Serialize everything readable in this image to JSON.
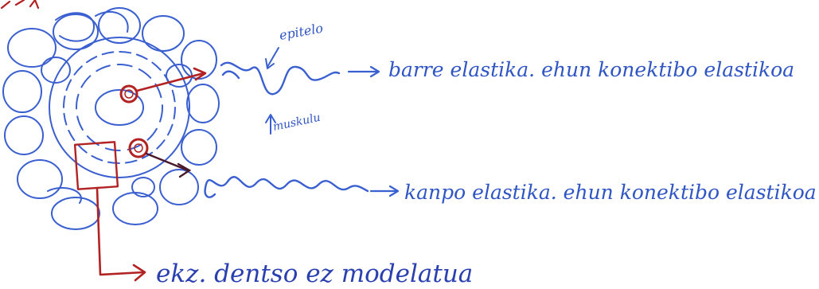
{
  "title_fragment": "",
  "labels": {
    "epitelo": "epitelo",
    "muskulu": "muskulu",
    "inner_layer": "barre elastika. ehun konektibo elastikoa",
    "outer_layer": "kanpo elastika. ehun konektibo elastikoa",
    "bottom_note": "ekz. dentso ez modelatua"
  },
  "colors": {
    "ink_blue": "#3a5fd0",
    "ink_red": "#b22222",
    "ink_dark": "#4a1a2a",
    "background": "#ffffff"
  }
}
